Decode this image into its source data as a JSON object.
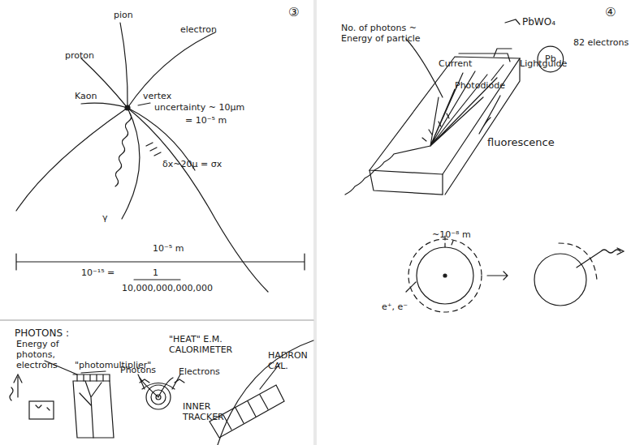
{
  "diagram": {
    "nodes": [
      {
        "text": [
          "82 electrons",
          "Pb"
        ]
      }
    ],
    "labels": [
      "③",
      "pion",
      "proton",
      "electron",
      "Kaon",
      "vertex",
      "uncertainty ~ 10μm",
      "= 10⁻⁵ m",
      "δx~20μ = σx",
      "γ",
      "10⁻⁵ m",
      "10⁻¹⁵ =",
      "1",
      "10,000,000,000,000",
      "PHOTONS :",
      "Energy of photons, electrons",
      "\"photomultiplier\"",
      "\"HEAT\" E.M. CALORIMETER",
      "Photons",
      "Electrons",
      "INNER TRACKER",
      "HADRON CAL.",
      "④",
      "No. of photons ~ Energy of particle",
      "PbWO₄",
      "Current",
      "Lightguide",
      "Photodiode",
      "fluorescence",
      "~10⁻⁸ m",
      "e⁺, e⁻"
    ]
  }
}
